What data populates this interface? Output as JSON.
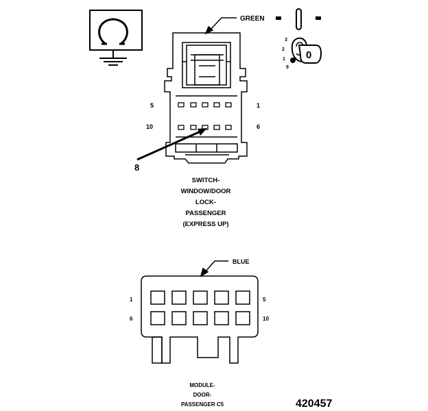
{
  "ground_symbol": {
    "icon": "ground-symbol-icon"
  },
  "top_connector": {
    "color_label": "GREEN",
    "pin_labels": {
      "top_left": "5",
      "top_right": "1",
      "bottom_left": "10",
      "bottom_right": "6"
    },
    "callout": "8",
    "title_lines": [
      "SWITCH-",
      "WINDOW/DOOR",
      "LOCK-",
      "PASSENGER",
      "(EXPRESS UP)"
    ]
  },
  "switch_positions": {
    "labels": [
      "3",
      "2",
      "1",
      "9"
    ],
    "key_label": "0"
  },
  "bottom_connector": {
    "color_label": "BLUE",
    "pin_labels": {
      "top_left": "1",
      "top_right": "5",
      "bottom_left": "6",
      "bottom_right": "10"
    },
    "title_lines": [
      "MODULE-",
      "DOOR-",
      "PASSENGER C5"
    ]
  },
  "figure_number": "420457"
}
